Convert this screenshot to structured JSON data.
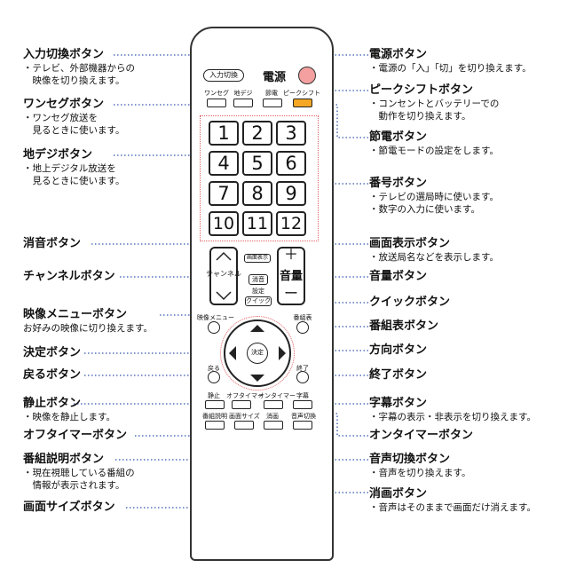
{
  "left": [
    {
      "title": "入力切換ボタン",
      "desc": "・テレビ、外部機器からの\n　映像を切り換えます。"
    },
    {
      "title": "ワンセグボタン",
      "desc": "・ワンセグ放送を\n　見るときに使います。"
    },
    {
      "title": "地デジボタン",
      "desc": "・地上デジタル放送を\n　見るときに使います。"
    },
    {
      "title": "消音ボタン",
      "desc": ""
    },
    {
      "title": "チャンネルボタン",
      "desc": ""
    },
    {
      "title": "映像メニューボタン",
      "desc": "お好みの映像に切り換えます。"
    },
    {
      "title": "決定ボタン",
      "desc": ""
    },
    {
      "title": "戻るボタン",
      "desc": ""
    },
    {
      "title": "静止ボタン",
      "desc": "・映像を静止します。"
    },
    {
      "title": "オフタイマーボタン",
      "desc": ""
    },
    {
      "title": "番組説明ボタン",
      "desc": "・現在視聴している番組の\n　情報が表示されます。"
    },
    {
      "title": "画面サイズボタン",
      "desc": ""
    }
  ],
  "right": [
    {
      "title": "電源ボタン",
      "desc": "・電源の「入」「切」を切り換えます。"
    },
    {
      "title": "ピークシフトボタン",
      "desc": "・コンセントとバッテリーでの\n　動作を切り換えます。"
    },
    {
      "title": "節電ボタン",
      "desc": "・節電モードの設定をします。"
    },
    {
      "title": "番号ボタン",
      "desc": "・テレビの選局時に使います。\n・数字の入力に使います。"
    },
    {
      "title": "画面表示ボタン",
      "desc": "・放送局名などを表示します。"
    },
    {
      "title": "音量ボタン",
      "desc": ""
    },
    {
      "title": "クイックボタン",
      "desc": ""
    },
    {
      "title": "番組表ボタン",
      "desc": ""
    },
    {
      "title": "方向ボタン",
      "desc": ""
    },
    {
      "title": "終了ボタン",
      "desc": ""
    },
    {
      "title": "字幕ボタン",
      "desc": "・字幕の表示・非表示を切り換えます。"
    },
    {
      "title": "オンタイマーボタン",
      "desc": ""
    },
    {
      "title": "音声切換ボタン",
      "desc": "・音声を切り換えます。"
    },
    {
      "title": "消画ボタン",
      "desc": "・音声はそのままで画面だけ消えます。"
    }
  ],
  "remote": {
    "input": "入力切換",
    "power": "電源",
    "small_row1": [
      "ワンセグ",
      "地デジ",
      "節電",
      "ピークシフト"
    ],
    "numbers": [
      "1",
      "2",
      "3",
      "4",
      "5",
      "6",
      "7",
      "8",
      "9",
      "10",
      "11",
      "12"
    ],
    "channel": "チャンネル",
    "display": "画面表示",
    "mute": "消音",
    "settings": "設定",
    "quick": "クイック",
    "volume": "音量",
    "vol_plus": "＋",
    "vol_minus": "ー",
    "picture_menu": "映像メニュー",
    "epg": "番組表",
    "ok": "決定",
    "back": "戻る",
    "exit": "終了",
    "row2": [
      "静止",
      "オフタイマー",
      "オンタイマー",
      "字幕"
    ],
    "row3": [
      "番組説明",
      "画面サイズ",
      "消画",
      "音声切換"
    ]
  },
  "colors": {
    "power_button": "#f4a0a0",
    "peak_shift": "#f5a623",
    "leader": "#3355aa",
    "accent_dots": "#e06060"
  }
}
